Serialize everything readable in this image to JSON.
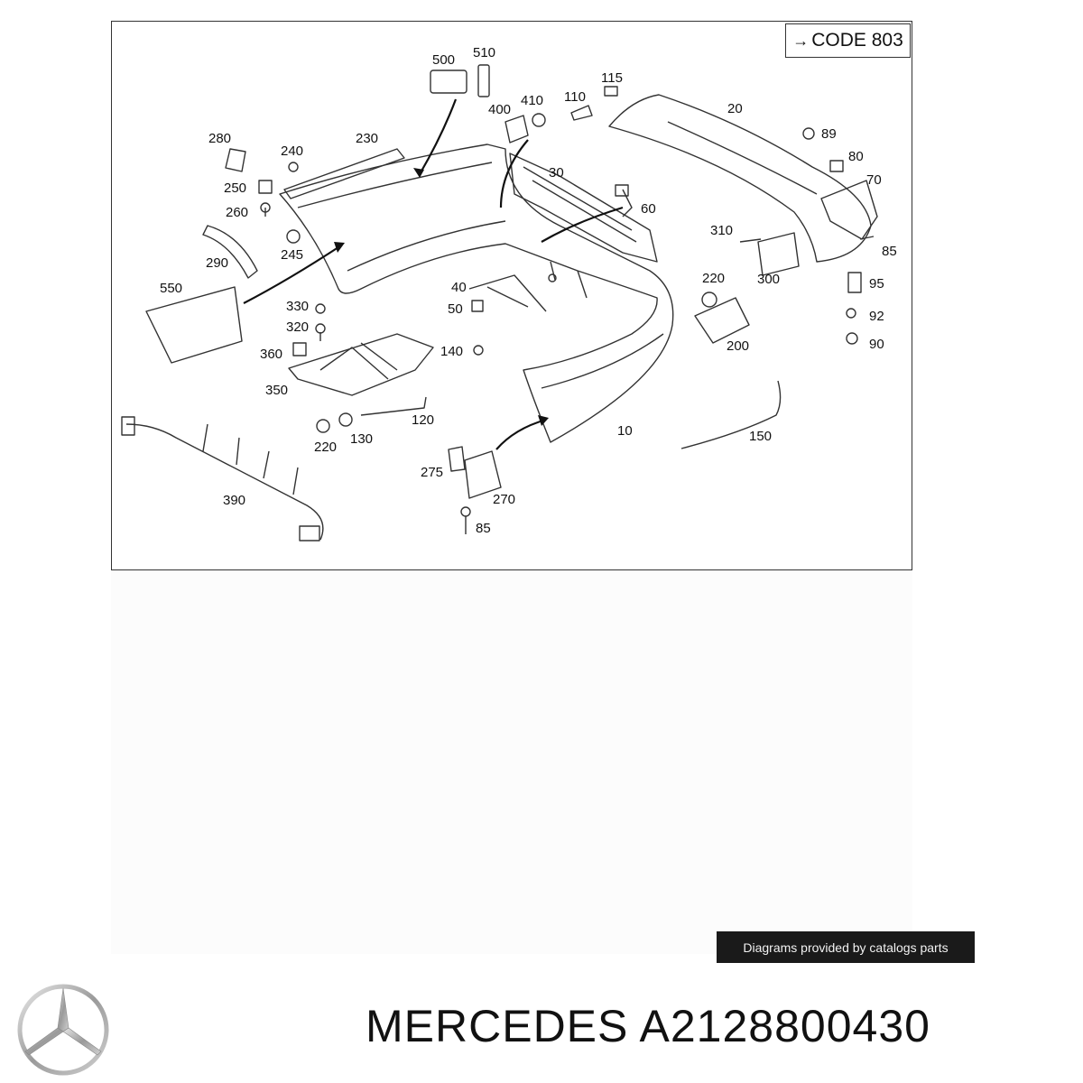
{
  "diagram": {
    "code_label": "CODE 803",
    "code_arrow": "→",
    "labels": [
      {
        "text": "500"
      },
      {
        "text": "510"
      },
      {
        "text": "115"
      },
      {
        "text": "110"
      },
      {
        "text": "410"
      },
      {
        "text": "400"
      },
      {
        "text": "20"
      },
      {
        "text": "89"
      },
      {
        "text": "80"
      },
      {
        "text": "70"
      },
      {
        "text": "280"
      },
      {
        "text": "240"
      },
      {
        "text": "230"
      },
      {
        "text": "30"
      },
      {
        "text": "250"
      },
      {
        "text": "260"
      },
      {
        "text": "60"
      },
      {
        "text": "310"
      },
      {
        "text": "85"
      },
      {
        "text": "245"
      },
      {
        "text": "290"
      },
      {
        "text": "300"
      },
      {
        "text": "220"
      },
      {
        "text": "95"
      },
      {
        "text": "550"
      },
      {
        "text": "40"
      },
      {
        "text": "330"
      },
      {
        "text": "50"
      },
      {
        "text": "92"
      },
      {
        "text": "320"
      },
      {
        "text": "200"
      },
      {
        "text": "90"
      },
      {
        "text": "360"
      },
      {
        "text": "140"
      },
      {
        "text": "350"
      },
      {
        "text": "120"
      },
      {
        "text": "10"
      },
      {
        "text": "150"
      },
      {
        "text": "220"
      },
      {
        "text": "130"
      },
      {
        "text": "275"
      },
      {
        "text": "270"
      },
      {
        "text": "390"
      },
      {
        "text": "85"
      }
    ]
  },
  "credit": "Diagrams provided by catalogs parts",
  "footer": {
    "brand": "MERCEDES",
    "part_number": "A2128800430"
  },
  "colors": {
    "line": "#333333",
    "credit_bg": "#1a1a1a"
  }
}
